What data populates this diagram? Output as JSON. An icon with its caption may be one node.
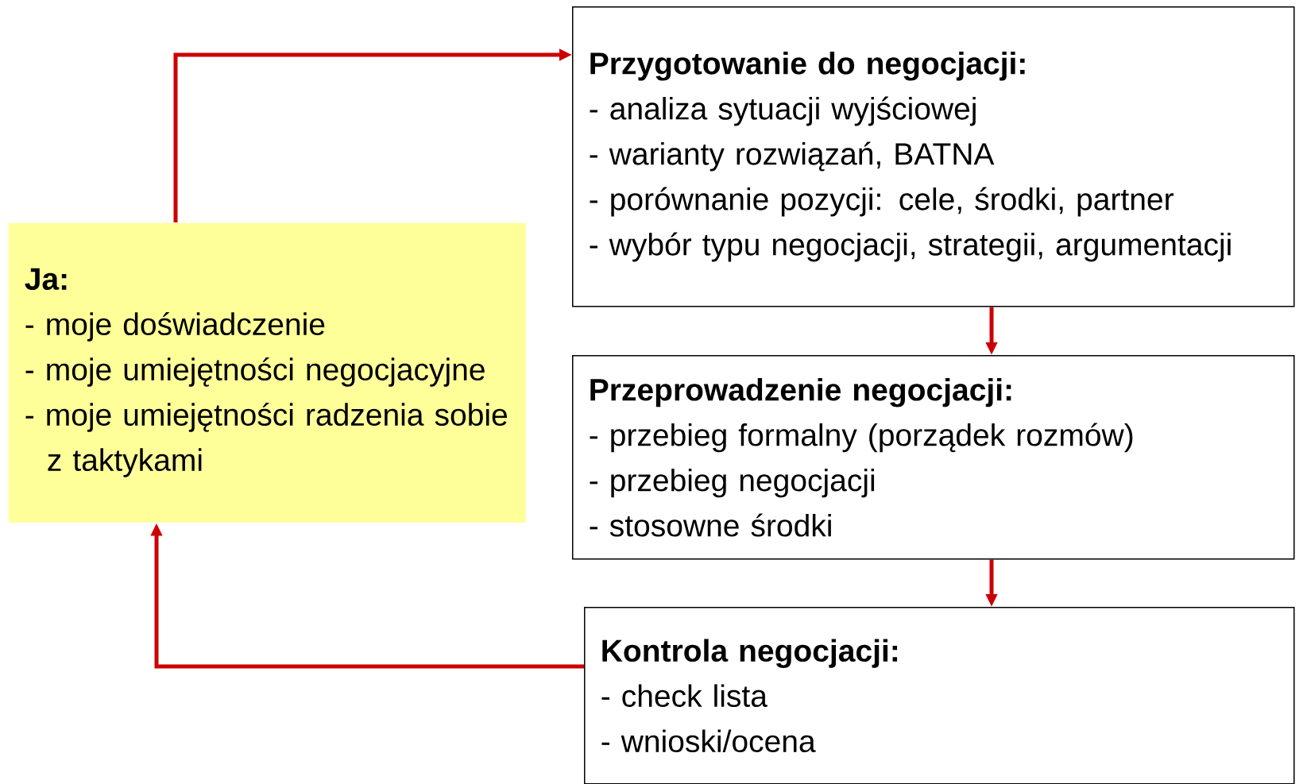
{
  "diagram": {
    "nodes": [
      {
        "text": [
          "Ja:",
          "- moje doświadczenie",
          "- moje umiejętności negocjacyjne",
          "- moje umiejętności radzenia sobie z taktykami"
        ]
      },
      {
        "text": [
          "Przygotowanie do negocjacji:",
          "- analiza sytuacji wyjściowej",
          "- warianty rozwiązań, BATNA",
          "- porównanie pozycji: cele, środki, partner",
          "- wybór typu negocjacji, strategii, argumentacji"
        ]
      },
      {
        "text": [
          "Przeprowadzenie negocjacji:",
          "- przebieg formalny (porządek rozmów)",
          "- przebieg negocjacji",
          "- stosowne środki"
        ]
      },
      {
        "text": [
          "Kontrola negocjacji:",
          "- check lista",
          "- wnioski/ocena"
        ]
      }
    ],
    "edges": [
      {
        "from": 0,
        "to": 1,
        "arrow": "to"
      },
      {
        "from": 1,
        "to": 2,
        "arrow": "to"
      },
      {
        "from": 2,
        "to": 3,
        "arrow": "to"
      },
      {
        "from": 3,
        "to": 0,
        "arrow": "to"
      }
    ]
  }
}
